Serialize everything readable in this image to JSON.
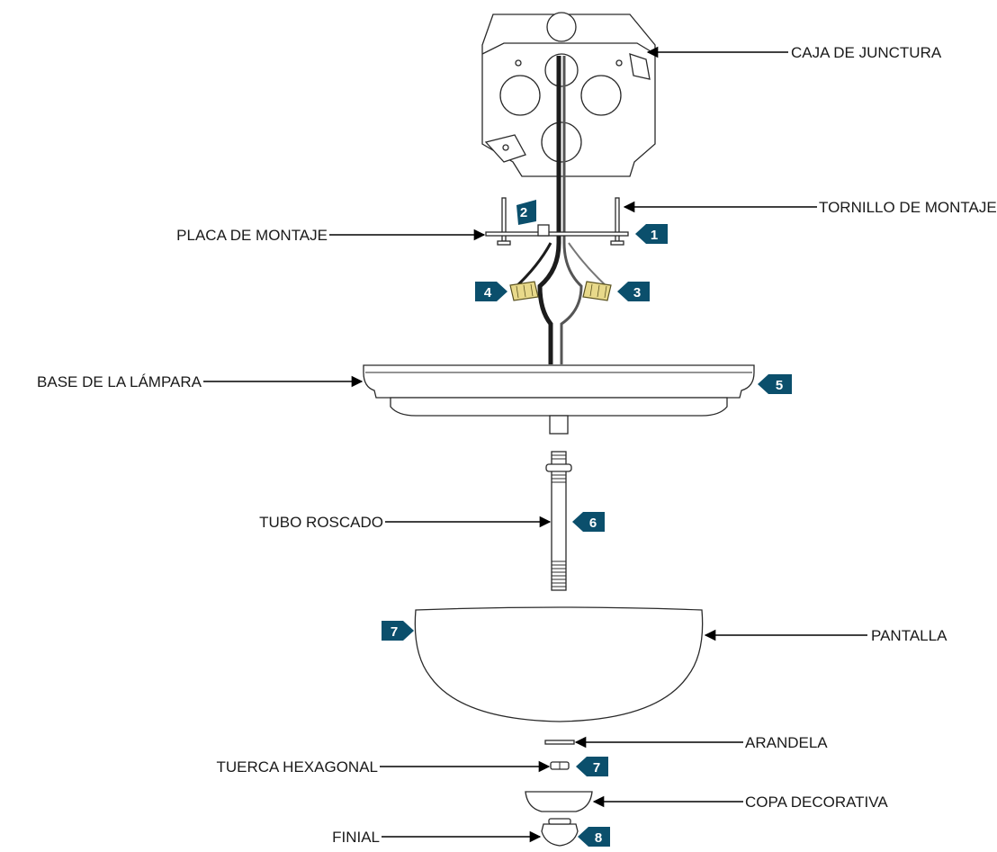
{
  "labels": {
    "junction_box": "CAJA DE JUNCTURA",
    "mounting_screw": "TORNILLO DE MONTAJE",
    "mounting_plate": "PLACA DE MONTAJE",
    "lamp_base": "BASE DE LA LÁMPARA",
    "threaded_tube": "TUBO ROSCADO",
    "shade": "PANTALLA",
    "washer": "ARANDELA",
    "hex_nut": "TUERCA HEXAGONAL",
    "decorative_cup": "COPA DECORATIVA",
    "finial": "FINIAL"
  },
  "steps": {
    "s1": "1",
    "s2": "2",
    "s3": "3",
    "s4": "4",
    "s5": "5",
    "s6": "6",
    "s7a": "7",
    "s7b": "7",
    "s8": "8"
  },
  "colors": {
    "badge": "#0b4f6c",
    "wire_nut": "#e8d98a",
    "black_wire": "#1c1c1c"
  }
}
